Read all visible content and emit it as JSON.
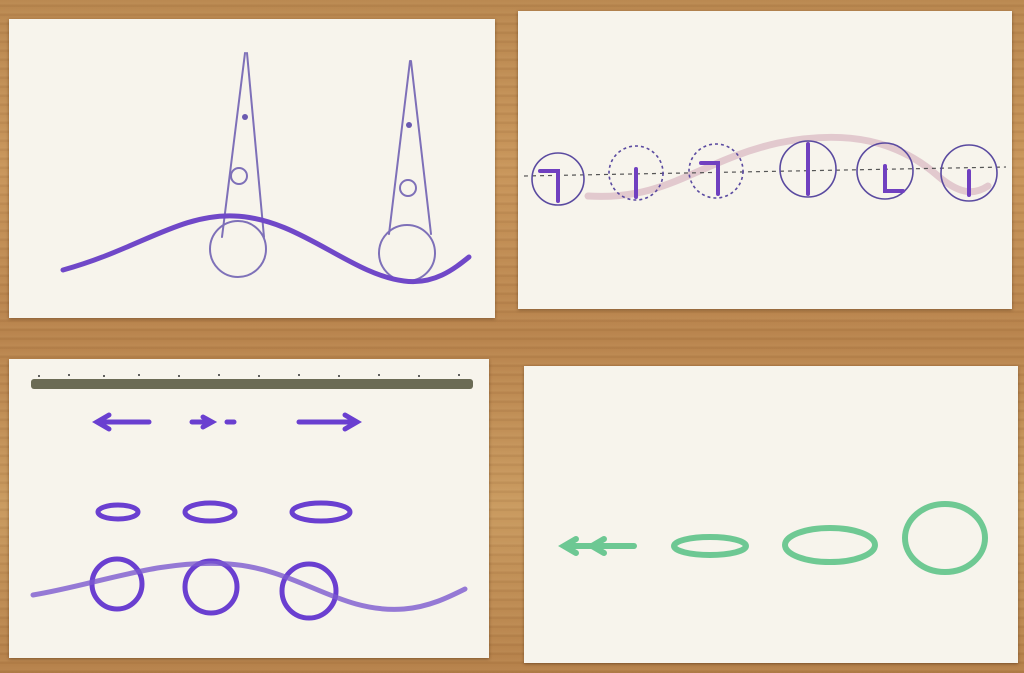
{
  "scene": {
    "description_free": true,
    "cards": [
      {
        "id": "pendulum-wave",
        "ink": "#6a4cc0"
      },
      {
        "id": "rotating-circles",
        "ink": "#5a3aa8"
      },
      {
        "id": "water-wave-orbits",
        "ink": "#6b3fd0"
      },
      {
        "id": "growing-orbits",
        "ink": "#5fc48a"
      }
    ],
    "colors": {
      "table": "#c08d55",
      "card": "#f7f4ec",
      "purple_ink": "#6a48c8",
      "green_ink": "#5fc48a",
      "ground": "#6b6b55"
    }
  }
}
